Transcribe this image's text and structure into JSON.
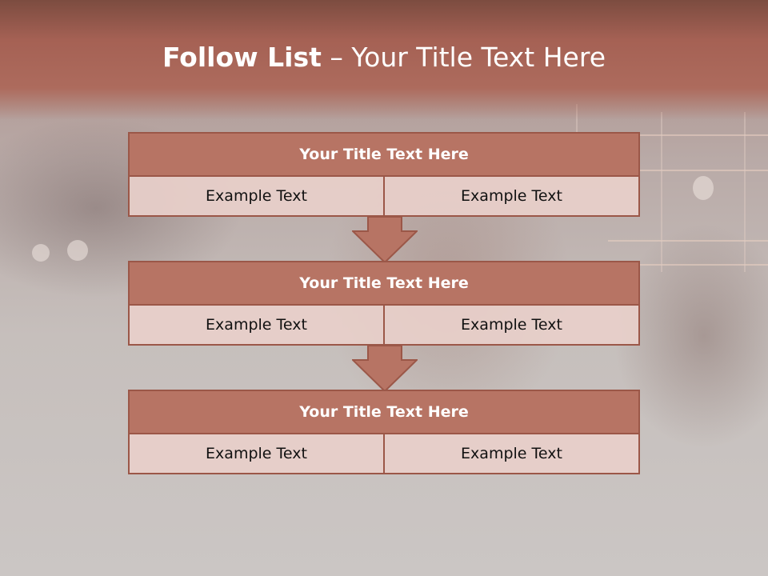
{
  "slide": {
    "title_strong": "Follow List",
    "title_dash": " – ",
    "title_rest": "Your Title Text Here"
  },
  "blocks": [
    {
      "title": "Your Title Text Here",
      "cells": [
        "Example Text",
        "Example Text"
      ]
    },
    {
      "title": "Your Title Text Here",
      "cells": [
        "Example Text",
        "Example Text"
      ]
    },
    {
      "title": "Your Title Text Here",
      "cells": [
        "Example Text",
        "Example Text"
      ]
    }
  ],
  "colors": {
    "accent": "#b77464",
    "accent_border": "#9b5748",
    "cell_bg": "#e8cfca",
    "header_band": "#a56154"
  }
}
